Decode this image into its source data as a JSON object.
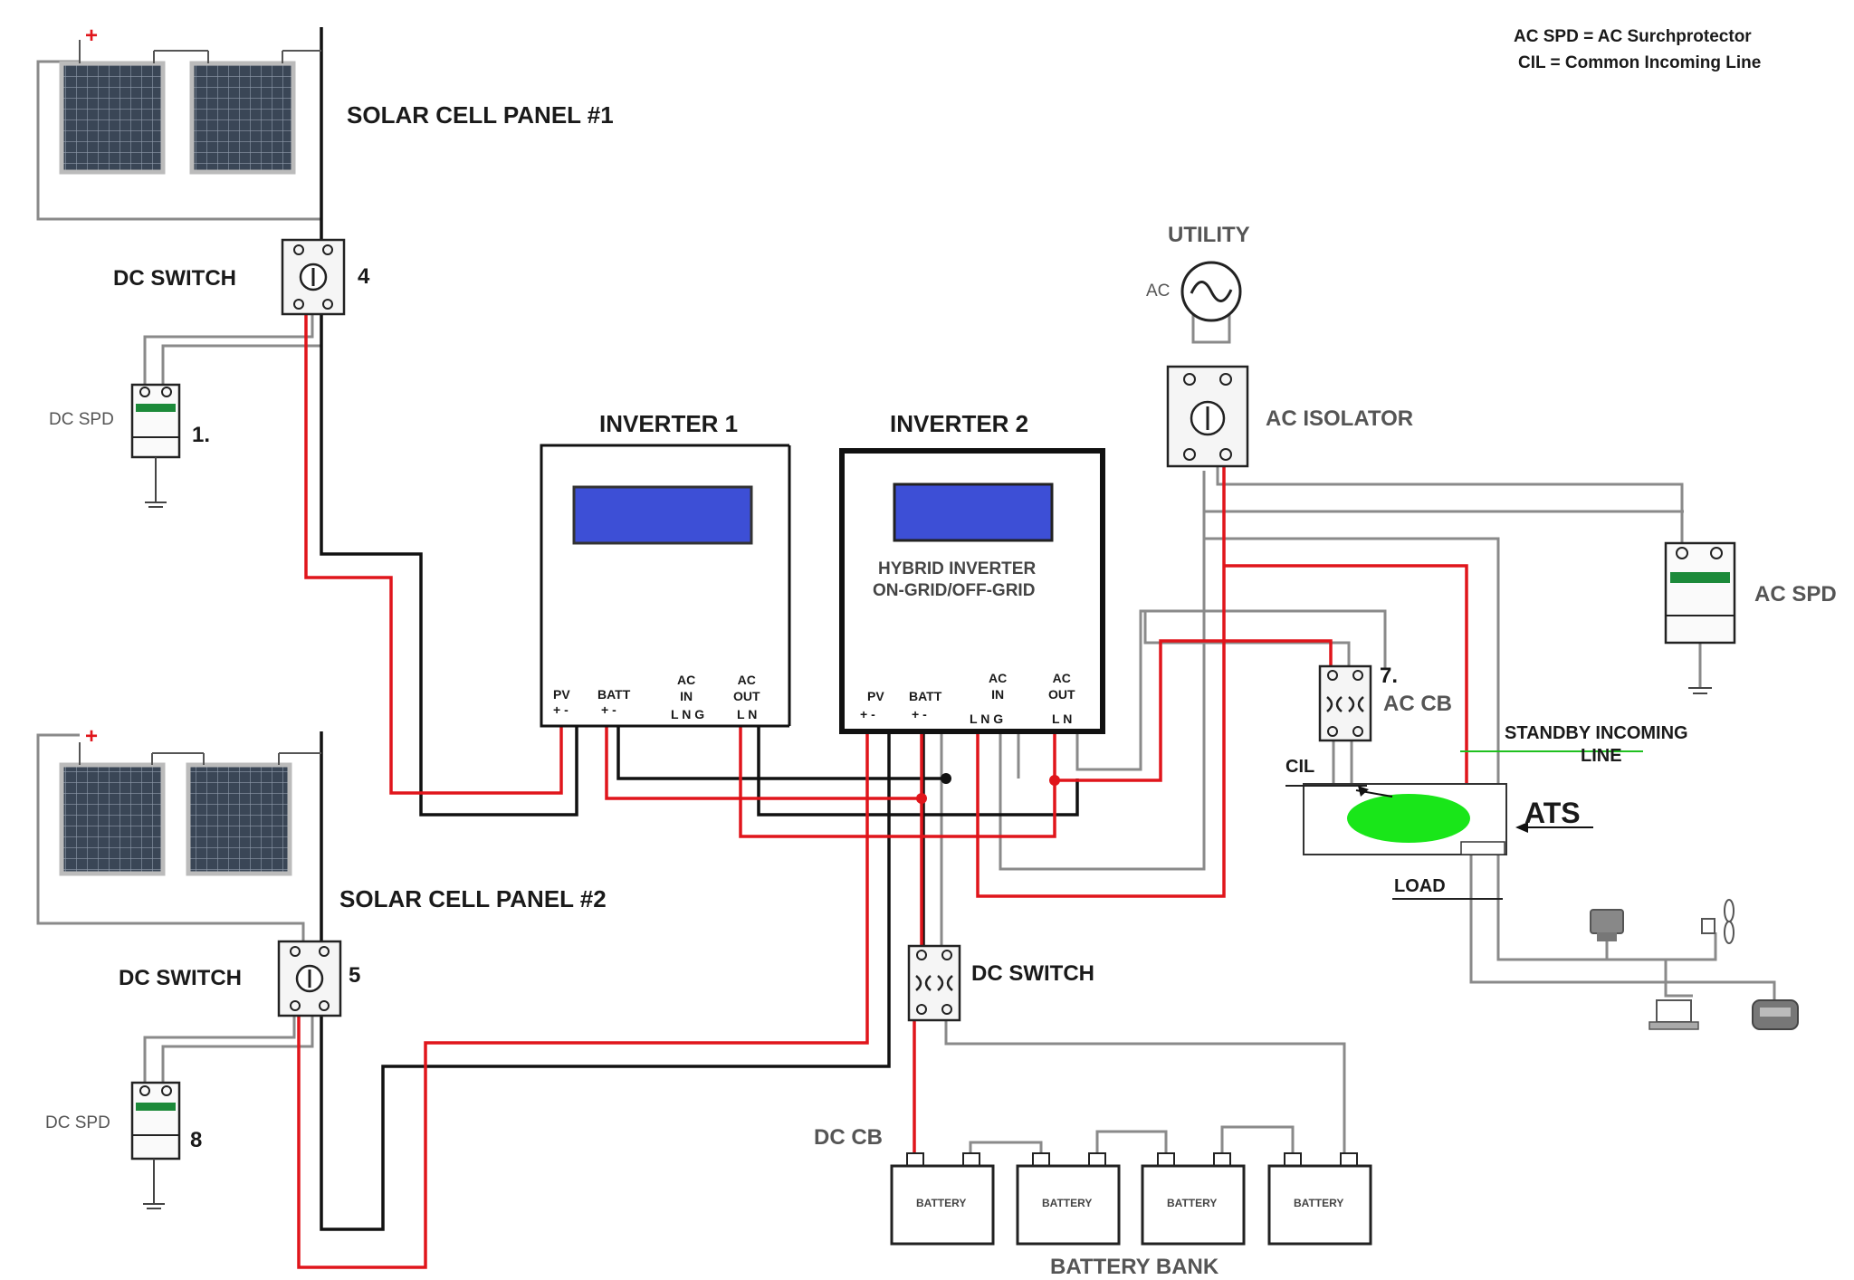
{
  "legend": {
    "line1": "AC SPD = AC Surchprotector",
    "line2": "CIL = Common Incoming Line"
  },
  "panels": {
    "panel1_title": "SOLAR CELL PANEL #1",
    "panel2_title": "SOLAR CELL PANEL #2",
    "plus": "+",
    "minus": "-"
  },
  "switches": {
    "dc_switch_1": "DC SWITCH",
    "dc_switch_1_num": "4",
    "dc_switch_2": "DC SWITCH",
    "dc_switch_2_num": "5",
    "dc_switch_batt": "DC SWITCH"
  },
  "spd": {
    "dc_spd_1": "DC SPD",
    "dc_spd_1_num": "1.",
    "dc_spd_2": "DC SPD",
    "dc_spd_2_num": "8",
    "ac_spd": "AC SPD"
  },
  "inverter1": {
    "title": "INVERTER 1",
    "pv": "PV",
    "pv_pol": "+  -",
    "batt": "BATT",
    "batt_pol": "+  -",
    "ac_in": "AC\nIN",
    "ac_in_lng": "L N G",
    "ac_out": "AC\nOUT",
    "ac_out_ln": "L  N"
  },
  "inverter2": {
    "title": "INVERTER 2",
    "body1": "HYBRID INVERTER",
    "body2": "ON-GRID/OFF-GRID",
    "pv": "PV",
    "pv_pol": "+  -",
    "batt": "BATT",
    "batt_pol": "+  -",
    "ac_in": "AC\nIN",
    "ac_in_lng": "L  N  G",
    "ac_out": "AC\nOUT",
    "ac_out_ln": "L  N"
  },
  "utility": {
    "title": "UTILITY",
    "ac": "AC",
    "isolator": "AC ISOLATOR"
  },
  "ac_cb": {
    "num": "7.",
    "label": "AC CB"
  },
  "ats": {
    "label": "ATS",
    "cil": "CIL",
    "standby1": "STANDBY INCOMING",
    "standby2": "LINE",
    "load": "LOAD",
    "indicator_color": "#19e619"
  },
  "battery": {
    "dc_cb": "DC CB",
    "cell_label": "BATTERY",
    "bank_label": "BATTERY BANK"
  },
  "colors": {
    "wire_red": "#e0151b",
    "wire_black": "#111111",
    "wire_gray": "#8a8a8a",
    "screen_blue": "#3d4fd6",
    "spd_green": "#1c8a3a"
  }
}
